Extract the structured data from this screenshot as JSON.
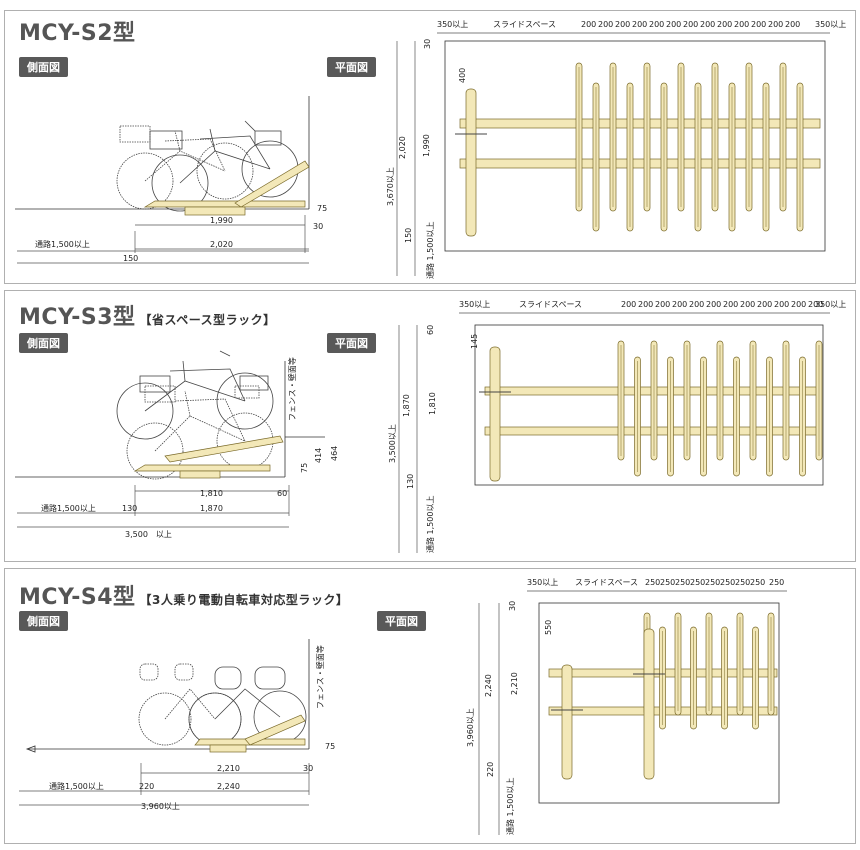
{
  "panels": [
    {
      "title": "MCY-S2型",
      "subtitle": "",
      "side_label": "側面図",
      "plan_label": "平面図",
      "side_dims": {
        "d1": "1,990",
        "d2": "2,020",
        "road": "通路1,500以上",
        "total": "150",
        "h30": "30",
        "h75": "75"
      },
      "plan_dims": {
        "top_left": "350以上",
        "slide": "スライドスペース",
        "pitch": "200",
        "top_right": "350以上",
        "v30": "30",
        "v400": "400",
        "v2020": "2,020",
        "v1990": "1,990",
        "v3670": "3,670以上",
        "v150": "150",
        "vroad": "通路 1,500以上"
      }
    },
    {
      "title": "MCY-S3型",
      "subtitle": "【省スペース型ラック】",
      "side_label": "側面図",
      "plan_label": "平面図",
      "side_dims": {
        "d1": "1,810",
        "d2": "1,870",
        "road": "通路1,500以上",
        "d130": "130",
        "d60": "60",
        "total": "3,500　以上",
        "h75": "75",
        "h414": "414",
        "h464": "464",
        "fence": "フェンス・壁面等"
      },
      "plan_dims": {
        "top_left": "350以上",
        "slide": "スライドスペース",
        "pitch": "200",
        "top_right": "350以上",
        "v60": "60",
        "v145": "145",
        "v1870": "1,870",
        "v1810": "1,810",
        "v3500": "3,500以上",
        "v130": "130",
        "vroad": "通路 1,500以上"
      }
    },
    {
      "title": "MCY-S4型",
      "subtitle": "【3人乗り電動自転車対応型ラック】",
      "side_label": "側面図",
      "plan_label": "平面図",
      "side_dims": {
        "d1": "2,210",
        "d2": "2,240",
        "road": "通路1,500以上",
        "d220": "220",
        "d30": "30",
        "total": "3,960以上",
        "h75": "75",
        "fence": "フェンス・壁面等"
      },
      "plan_dims": {
        "top_left": "350以上",
        "slide": "スライドスペース",
        "pitch": "250",
        "top_right": "250",
        "v30": "30",
        "v550": "550",
        "v2240": "2,240",
        "v2210": "2,210",
        "v3960": "3,960以上",
        "v220": "220",
        "vroad": "通路 1,500以上"
      }
    }
  ]
}
